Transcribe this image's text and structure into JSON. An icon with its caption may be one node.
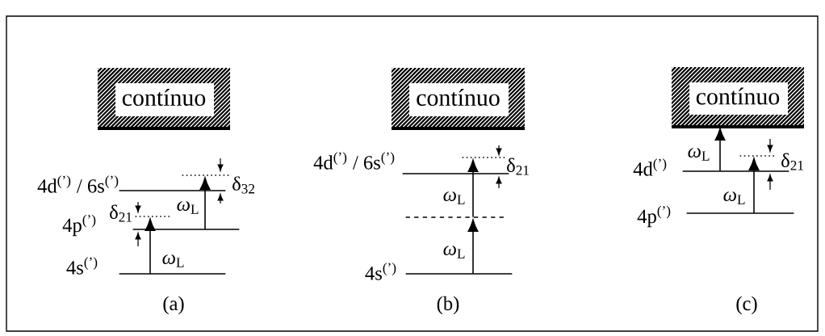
{
  "diagram": {
    "nodes": [
      {
        "text": [
          "contínuo"
        ]
      },
      {
        "text": [],
        "shape": "line",
        "beside": [
          "4d$^{(’)}$ / 6s$^{(’)}$"
        ]
      },
      {
        "text": [],
        "shape": "line"
      },
      {
        "text": [],
        "shape": "line",
        "beside": [
          "4p$^{(’)}$"
        ]
      },
      {
        "text": [],
        "shape": "line"
      },
      {
        "text": [],
        "shape": "line",
        "beside": [
          "4s$^{(’)}$"
        ]
      },
      {
        "text": [
          "contínuo"
        ]
      },
      {
        "text": [],
        "shape": "line"
      },
      {
        "text": [],
        "shape": "line",
        "beside": [
          "4d$^{(’)}$ / 6s$^{(’)}$"
        ]
      },
      {
        "text": [],
        "shape": "line"
      },
      {
        "text": [],
        "shape": "line",
        "beside": [
          "4s$^{(’)}$"
        ]
      },
      {
        "text": [
          "contínuo"
        ]
      },
      {
        "text": [],
        "shape": "line"
      },
      {
        "text": [],
        "shape": "line",
        "beside": [
          "4d$^{(’)}$"
        ]
      },
      {
        "text": [],
        "shape": "line",
        "beside": [
          "4p$^{(’)}$"
        ]
      }
    ],
    "edges": [
      {
        "from": 5,
        "to": 4,
        "arrow": "to",
        "label": "*ω*$_{L}$"
      },
      {
        "from": 3,
        "to": 2,
        "arrow": "to",
        "label": "*ω*$_{L}$"
      },
      {
        "from": 10,
        "to": 9,
        "arrow": "to",
        "label": "*ω*$_{L}$"
      },
      {
        "from": 9,
        "to": 7,
        "arrow": "to",
        "label": "*ω*$_{L}$"
      },
      {
        "from": 14,
        "to": 12,
        "arrow": "to",
        "label": "*ω*$_{L}$"
      },
      {
        "from": 13,
        "to": 11,
        "arrow": "to",
        "label": "*ω*$_{L}$"
      }
    ],
    "labels": [
      "δ$_{32}$",
      "δ$_{21}$",
      "(a)",
      "δ$_{21}$",
      "(b)",
      "δ$_{21}$",
      "(c)"
    ]
  }
}
